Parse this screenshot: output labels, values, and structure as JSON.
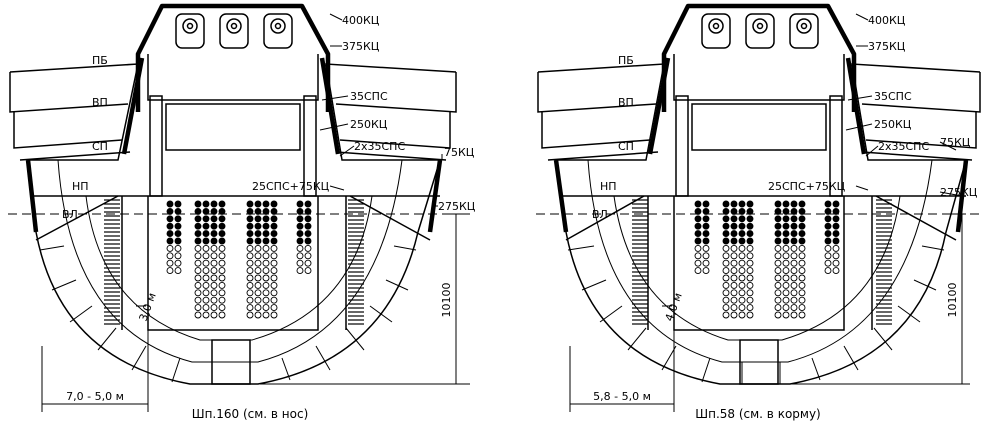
{
  "sections": [
    {
      "caption": "Шп.160 (см. в нос)",
      "beam_dimension": "7,0 - 5,0 м",
      "depth_dimension": "10100",
      "bulkhead_offset": "3,0 м",
      "deck_labels": {
        "pb": "ПБ",
        "vp": "ВП",
        "sp": "СП",
        "np": "НП",
        "vl": "ВЛ"
      },
      "armor_labels": {
        "a400": "400КЦ",
        "a375": "375КЦ",
        "a35": "35СПС",
        "a250": "250КЦ",
        "a2x35": "2х35СПС",
        "a75": "75КЦ",
        "a25_75": "25СПС+75КЦ",
        "a275": "275КЦ"
      }
    },
    {
      "caption": "Шп.58 (см. в корму)",
      "beam_dimension": "5,8 - 5,0 м",
      "depth_dimension": "10100",
      "bulkhead_offset": "4,0 м",
      "deck_labels": {
        "pb": "ПБ",
        "vp": "ВП",
        "sp": "СП",
        "np": "НП",
        "vl": "ВЛ"
      },
      "armor_labels": {
        "a400": "400КЦ",
        "a375": "375КЦ",
        "a35": "35СПС",
        "a250": "250КЦ",
        "a2x35": "2х35СПС",
        "a75": "75КЦ",
        "a25_75": "25СПС+75КЦ",
        "a275": "275КЦ"
      }
    }
  ]
}
